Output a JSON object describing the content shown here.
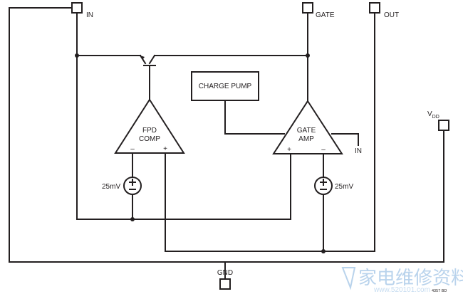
{
  "pins": {
    "in": "IN",
    "gate": "GATE",
    "out": "OUT",
    "vdd": "V",
    "vdd_sub": "DD",
    "gnd": "GND",
    "in_right": "IN"
  },
  "blocks": {
    "charge_pump": "CHARGE PUMP",
    "fpd_comp_line1": "FPD",
    "fpd_comp_line2": "COMP",
    "gate_amp_line1": "GATE",
    "gate_amp_line2": "AMP"
  },
  "sources": {
    "left": "25mV",
    "right": "25mV"
  },
  "signs": {
    "minus": "–",
    "plus": "+"
  },
  "figure_id": "4357 BD",
  "watermark": {
    "text": "家电维修资料网",
    "url": "www.520101.com"
  },
  "colors": {
    "line": "#231f20",
    "watermark": "#b9d3ec"
  }
}
